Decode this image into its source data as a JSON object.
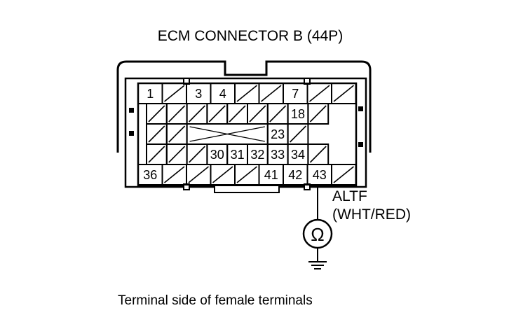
{
  "title": "ECM CONNECTOR B (44P)",
  "caption": "Terminal side of female terminals",
  "wire": {
    "signal": "ALTF",
    "color_code": "(WHT/RED)"
  },
  "meter_symbol": "Ω",
  "connector": {
    "rows": [
      [
        "1",
        "/",
        "3",
        "4",
        "/",
        "/",
        "7",
        "/",
        "/"
      ],
      [
        "/",
        "/",
        "/",
        "/",
        "/",
        "/",
        "/",
        "18",
        "/"
      ],
      [
        "/",
        "/",
        "X",
        "X",
        "X",
        "X",
        "23",
        "/"
      ],
      [
        "/",
        "/",
        "/",
        "30",
        "31",
        "32",
        "33",
        "34",
        "/"
      ],
      [
        "36",
        "/",
        "/",
        "/",
        "/",
        "41",
        "42",
        "43",
        "/"
      ]
    ]
  }
}
